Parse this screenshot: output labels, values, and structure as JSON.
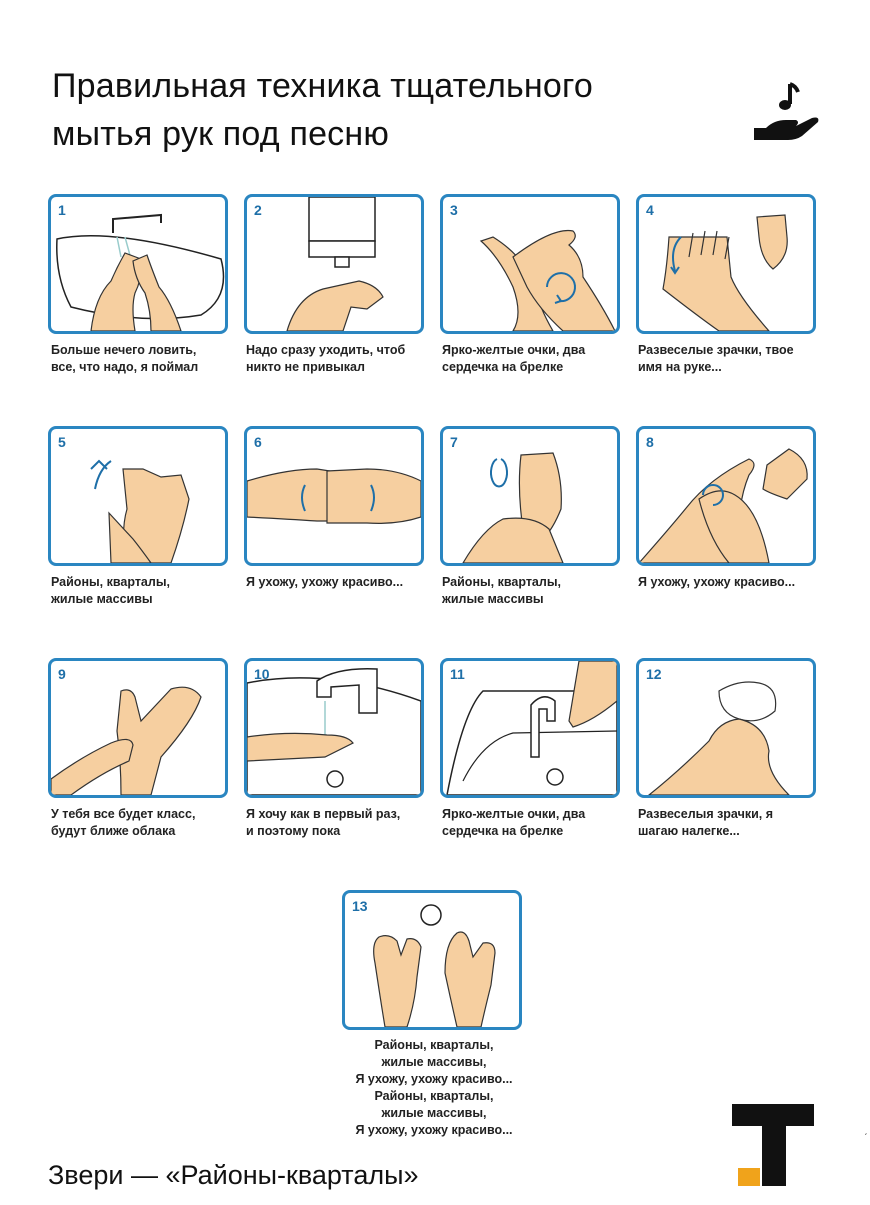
{
  "header": {
    "title_line1": "Правильная техника тщательного",
    "title_line2": "мытья рук под песню"
  },
  "steps": [
    {
      "num": "1",
      "line1": "Больше нечего ловить,",
      "line2": "все, что надо, я поймал"
    },
    {
      "num": "2",
      "line1": "Надо сразу уходить, чтоб",
      "line2": "никто не привыкал"
    },
    {
      "num": "3",
      "line1": "Ярко-желтые очки, два",
      "line2": "сердечка на брелке"
    },
    {
      "num": "4",
      "line1": "Развеселые зрачки, твое",
      "line2": "имя на руке..."
    },
    {
      "num": "5",
      "line1": "Районы, кварталы,",
      "line2": "жилые массивы"
    },
    {
      "num": "6",
      "line1": "Я ухожу, ухожу красиво...",
      "line2": ""
    },
    {
      "num": "7",
      "line1": "Районы, кварталы,",
      "line2": "жилые массивы"
    },
    {
      "num": "8",
      "line1": "Я ухожу, ухожу красиво...",
      "line2": ""
    },
    {
      "num": "9",
      "line1": "У тебя все будет класс,",
      "line2": "будут ближе облака"
    },
    {
      "num": "10",
      "line1": "Я хочу как в первый раз,",
      "line2": "и поэтому пока"
    },
    {
      "num": "11",
      "line1": "Ярко-желтые очки, два",
      "line2": "сердечка на брелке"
    },
    {
      "num": "12",
      "line1": "Развеселыя зрачки, я",
      "line2": "шагаю налегке..."
    },
    {
      "num": "13",
      "lines": [
        "Районы, кварталы,",
        "жилые массивы,",
        "Я ухожу, ухожу красиво...",
        "Районы, кварталы,",
        "жилые массивы,",
        "Я ухожу, ухожу красиво..."
      ]
    }
  ],
  "footer": {
    "song_title": "Звери — «Районы-кварталы»",
    "corner_mark": "ˏ"
  },
  "colors": {
    "frame_blue": "#2a86c1",
    "step_number_blue": "#1e6fa8",
    "skin": "#f6cfa0",
    "logo_accent": "#f0a31b"
  },
  "icons": [
    "hand-with-music-note-icon",
    "publisher-logo-icon"
  ]
}
